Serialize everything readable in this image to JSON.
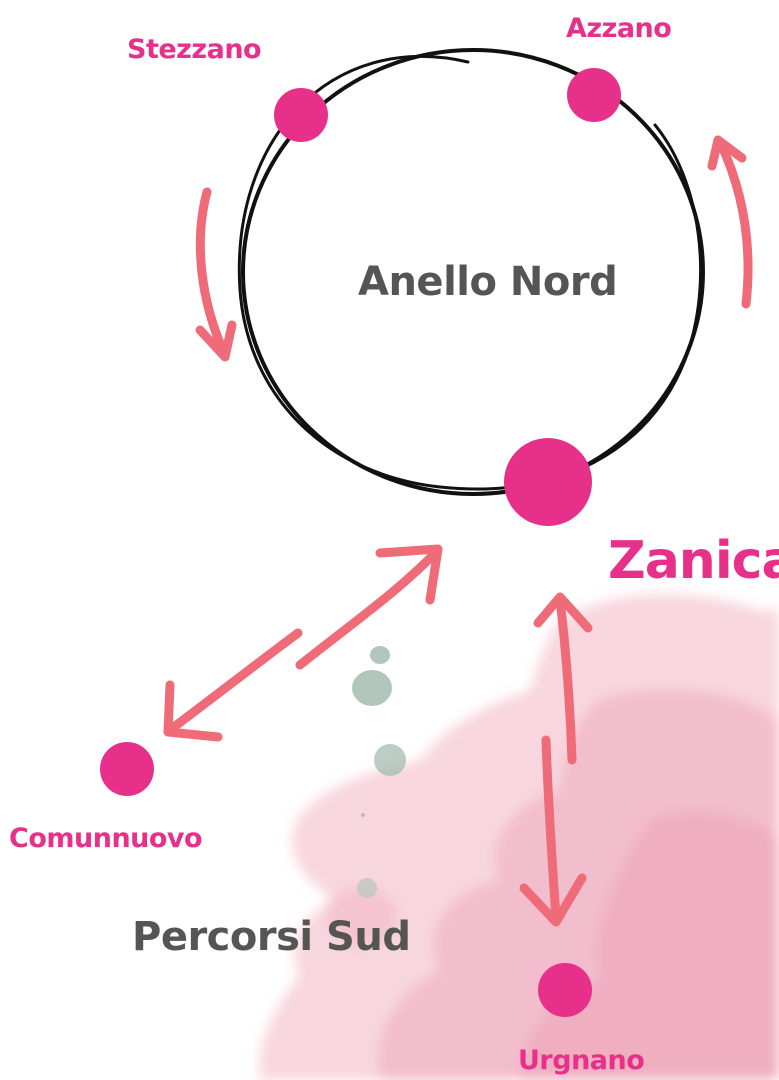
{
  "diagram": {
    "sections": {
      "north": "Anello Nord",
      "south": "Percorsi Sud"
    },
    "towns": {
      "stezzano": "Stezzano",
      "azzano": "Azzano",
      "zanica": "Zanica",
      "comunnuovo": "Comunnuovo",
      "urgnano": "Urgnano"
    }
  },
  "colors": {
    "town_dot": "#e7308a",
    "arrow": "#ef6b78",
    "section_text": "#555555",
    "watercolor_pink": "#f1b3c4",
    "watercolor_green": "#9fb8ac",
    "ring": "#111111"
  }
}
